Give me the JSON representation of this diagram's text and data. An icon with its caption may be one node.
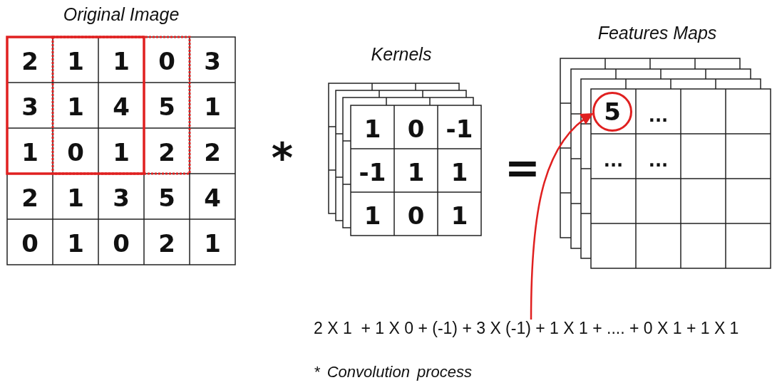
{
  "diagram": {
    "nodes": [
      {
        "text": [
          "5"
        ]
      },
      {
        "text": [
          "2 X 1  + 1 X 0 + (-1) + 3 X (-1) + 1 X 1 + .... + 0 X 1 + 1 X 1"
        ]
      }
    ],
    "edges": [
      {
        "from": 1,
        "to": 0,
        "arrow": "to"
      }
    ],
    "labels": [
      "Original Image",
      "Kernels",
      "Features Maps",
      "2",
      "1",
      "1",
      "0",
      "3",
      "3",
      "1",
      "4",
      "5",
      "1",
      "1",
      "0",
      "1",
      "2",
      "2",
      "2",
      "1",
      "3",
      "5",
      "4",
      "0",
      "1",
      "0",
      "2",
      "1",
      "*",
      "1",
      "0",
      "-1",
      "-1",
      "1",
      "1",
      "1",
      "0",
      "1",
      "=",
      "...",
      "...",
      "...",
      "* Convolution process"
    ]
  }
}
